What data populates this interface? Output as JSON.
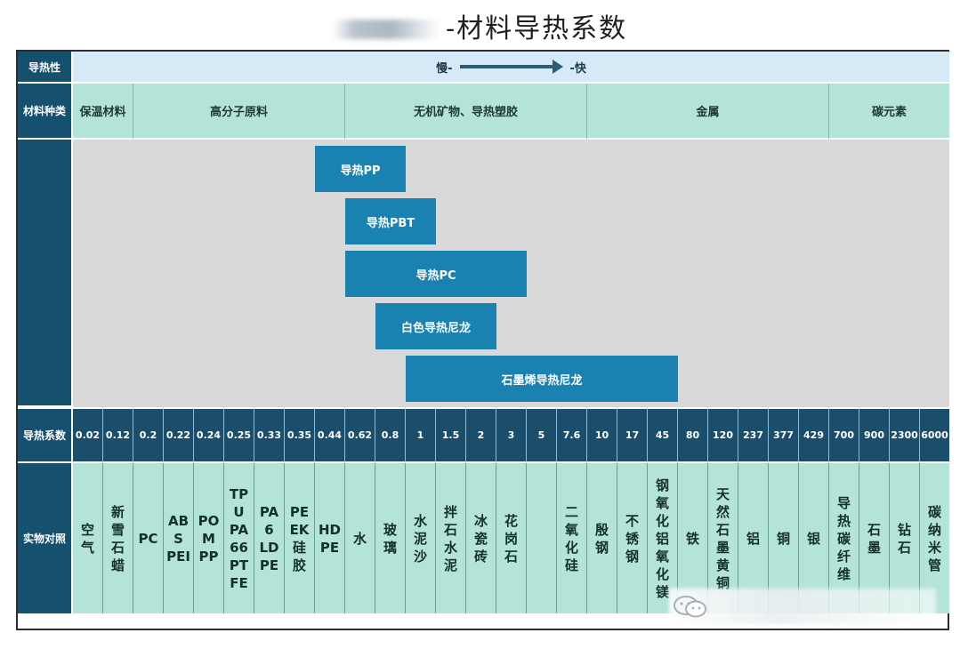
{
  "title_visible": "-材料导热系数",
  "row_labels": {
    "conductivity": "导热性",
    "category": "材料种类",
    "coefficient": "导热系数",
    "reference": "实物对照"
  },
  "speed": {
    "slow": "慢-",
    "fast": "-快"
  },
  "categories": [
    {
      "label": "保温材料"
    },
    {
      "label": "高分子原料"
    },
    {
      "label": "无机矿物、导热塑胶"
    },
    {
      "label": "金属"
    },
    {
      "label": "碳元素"
    }
  ],
  "bars": [
    {
      "label": "导热PP"
    },
    {
      "label": "导热PBT"
    },
    {
      "label": "导热PC"
    },
    {
      "label": "白色导热尼龙"
    },
    {
      "label": "石墨烯导热尼龙"
    }
  ],
  "coefficients": [
    "0.02",
    "0.12",
    "0.2",
    "0.22",
    "0.24",
    "0.25",
    "0.33",
    "0.35",
    "0.44",
    "0.62",
    "0.8",
    "1",
    "1.5",
    "2",
    "3",
    "5",
    "7.6",
    "10",
    "17",
    "45",
    "80",
    "120",
    "237",
    "377",
    "429",
    "700",
    "900",
    "2300",
    "6000"
  ],
  "materials": [
    [
      "空",
      "气"
    ],
    [
      "新",
      "雪",
      "石",
      "蜡"
    ],
    [
      "PC"
    ],
    [
      "AB",
      "S",
      "PEI"
    ],
    [
      "PO",
      "M",
      "PP"
    ],
    [
      "TP",
      "U",
      "PA",
      "66",
      "PT",
      "FE"
    ],
    [
      "PA",
      "6",
      "LD",
      "PE"
    ],
    [
      "PE",
      "EK",
      "硅",
      "胶"
    ],
    [
      "HD",
      "PE"
    ],
    [
      "水"
    ],
    [
      "玻",
      "璃"
    ],
    [
      "水",
      "泥",
      "沙"
    ],
    [
      "拌",
      "石",
      "水",
      "泥"
    ],
    [
      "冰",
      "瓷",
      "砖"
    ],
    [
      "花",
      "岗",
      "石"
    ],
    [],
    [
      "二",
      "氧",
      "化",
      "硅"
    ],
    [
      "殷",
      "钢"
    ],
    [
      "不",
      "锈",
      "钢"
    ],
    [
      "钢",
      "氧",
      "化",
      "铝",
      "氧",
      "化",
      "镁"
    ],
    [
      "铁"
    ],
    [
      "天",
      "然",
      "石",
      "墨",
      "黄",
      "铜"
    ],
    [
      "铝"
    ],
    [
      "铜"
    ],
    [
      "银"
    ],
    [
      "导",
      "热",
      "碳",
      "纤",
      "维"
    ],
    [
      "石",
      "墨"
    ],
    [
      "钻",
      "石"
    ],
    [
      "碳",
      "纳",
      "米",
      "管"
    ]
  ],
  "colors": {
    "row_label_bg": "#15506e",
    "category_bg": "#b4e4d8",
    "bar_bg": "#1982b0",
    "coefficient_bg": "#1b4e6b",
    "speed_bg": "#d6e9f7"
  },
  "icons": {
    "watermark": "wechat-icon"
  }
}
